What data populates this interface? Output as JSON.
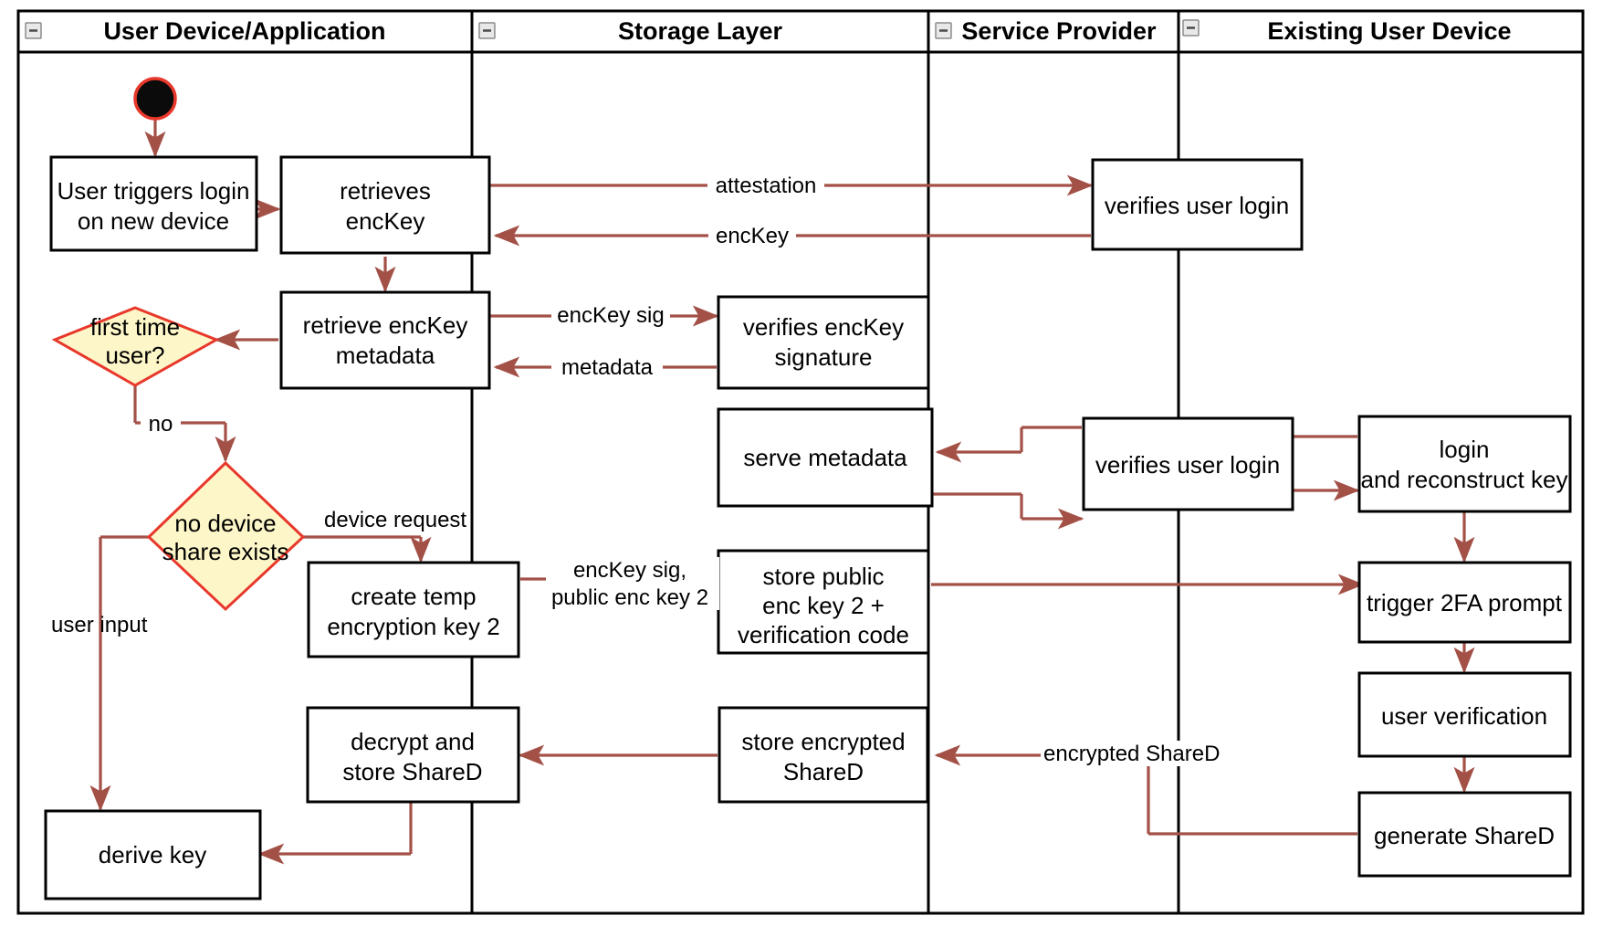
{
  "diagram": {
    "title": "Key recovery and device-share provisioning activity diagram",
    "type": "uml-activity-swimlane",
    "colors": {
      "flow_arrow": "#a35147",
      "decision_fill": "#fdf6c8",
      "decision_stroke": "#e8382b",
      "node_stroke": "#000000",
      "node_fill": "#ffffff",
      "start_node_fill": "#0b0b0b",
      "start_node_stroke": "#e8382b",
      "background": "#ffffff"
    },
    "lanes": [
      {
        "id": "lane-user-device",
        "label": "User Device/Application",
        "collapse_icon": "collapse-minus-icon"
      },
      {
        "id": "lane-storage",
        "label": "Storage Layer",
        "collapse_icon": "collapse-minus-icon"
      },
      {
        "id": "lane-service-provider",
        "label": "Service Provider",
        "collapse_icon": "collapse-minus-icon"
      },
      {
        "id": "lane-existing-device",
        "label": "Existing User Device",
        "collapse_icon": "collapse-minus-icon"
      }
    ],
    "nodes": [
      {
        "id": "start",
        "lane": "lane-user-device",
        "shape": "initial-node",
        "label": ""
      },
      {
        "id": "n-user-triggers-login",
        "lane": "lane-user-device",
        "shape": "action",
        "lines": [
          "User triggers login",
          "on new device"
        ]
      },
      {
        "id": "n-retrieves-enckey",
        "lane": "lane-user-device",
        "shape": "action",
        "lines": [
          "retrieves",
          "encKey"
        ]
      },
      {
        "id": "n-retrieve-enckey-metadata",
        "lane": "lane-user-device",
        "shape": "action",
        "lines": [
          "retrieve encKey",
          "metadata"
        ]
      },
      {
        "id": "d-first-time-user",
        "lane": "lane-user-device",
        "shape": "decision",
        "lines": [
          "first time",
          "user?"
        ]
      },
      {
        "id": "d-no-device-share-exists",
        "lane": "lane-user-device",
        "shape": "decision",
        "lines": [
          "no device",
          "share exists"
        ]
      },
      {
        "id": "n-create-temp-encryption-key-2",
        "lane": "lane-user-device",
        "shape": "action",
        "lines": [
          "create temp",
          "encryption key 2"
        ]
      },
      {
        "id": "n-decrypt-and-store-shared",
        "lane": "lane-user-device",
        "shape": "action",
        "lines": [
          "decrypt and",
          "store ShareD"
        ]
      },
      {
        "id": "n-derive-key",
        "lane": "lane-user-device",
        "shape": "action",
        "lines": [
          "derive key"
        ]
      },
      {
        "id": "n-verifies-enckey-signature",
        "lane": "lane-storage",
        "shape": "action",
        "lines": [
          "verifies encKey",
          "signature"
        ]
      },
      {
        "id": "n-serve-metadata",
        "lane": "lane-storage",
        "shape": "action",
        "lines": [
          "serve metadata"
        ]
      },
      {
        "id": "n-store-public-enc-key-2",
        "lane": "lane-storage",
        "shape": "action",
        "lines": [
          "store public",
          "enc key 2 +",
          "verification code"
        ]
      },
      {
        "id": "n-store-encrypted-shared",
        "lane": "lane-storage",
        "shape": "action",
        "lines": [
          "store encrypted",
          "ShareD"
        ]
      },
      {
        "id": "n-verifies-user-login-1",
        "lane": "lane-service-provider",
        "shape": "action",
        "lines": [
          "verifies user login"
        ]
      },
      {
        "id": "n-verifies-user-login-2",
        "lane": "lane-service-provider",
        "shape": "action",
        "lines": [
          "verifies user login"
        ]
      },
      {
        "id": "n-login-and-reconstruct-key",
        "lane": "lane-existing-device",
        "shape": "action",
        "lines": [
          "login",
          "and reconstruct key"
        ]
      },
      {
        "id": "n-trigger-2fa-prompt",
        "lane": "lane-existing-device",
        "shape": "action",
        "lines": [
          "trigger 2FA prompt"
        ]
      },
      {
        "id": "n-user-verification",
        "lane": "lane-existing-device",
        "shape": "action",
        "lines": [
          "user verification"
        ]
      },
      {
        "id": "n-generate-shared",
        "lane": "lane-existing-device",
        "shape": "action",
        "lines": [
          "generate ShareD"
        ]
      }
    ],
    "edge_labels": [
      {
        "id": "edge-attestation",
        "text": "attestation"
      },
      {
        "id": "edge-enckey",
        "text": "encKey"
      },
      {
        "id": "edge-enckey-sig",
        "text": "encKey sig"
      },
      {
        "id": "edge-metadata",
        "text": "metadata"
      },
      {
        "id": "edge-no",
        "text": "no"
      },
      {
        "id": "edge-device-request",
        "text": "device request"
      },
      {
        "id": "edge-user-input",
        "text": "user input"
      },
      {
        "id": "edge-enckey-sig-public-enc-key-2-line1",
        "text": "encKey sig,"
      },
      {
        "id": "edge-enckey-sig-public-enc-key-2-line2",
        "text": "public enc key 2"
      },
      {
        "id": "edge-encrypted-shared",
        "text": "encrypted ShareD"
      }
    ]
  }
}
